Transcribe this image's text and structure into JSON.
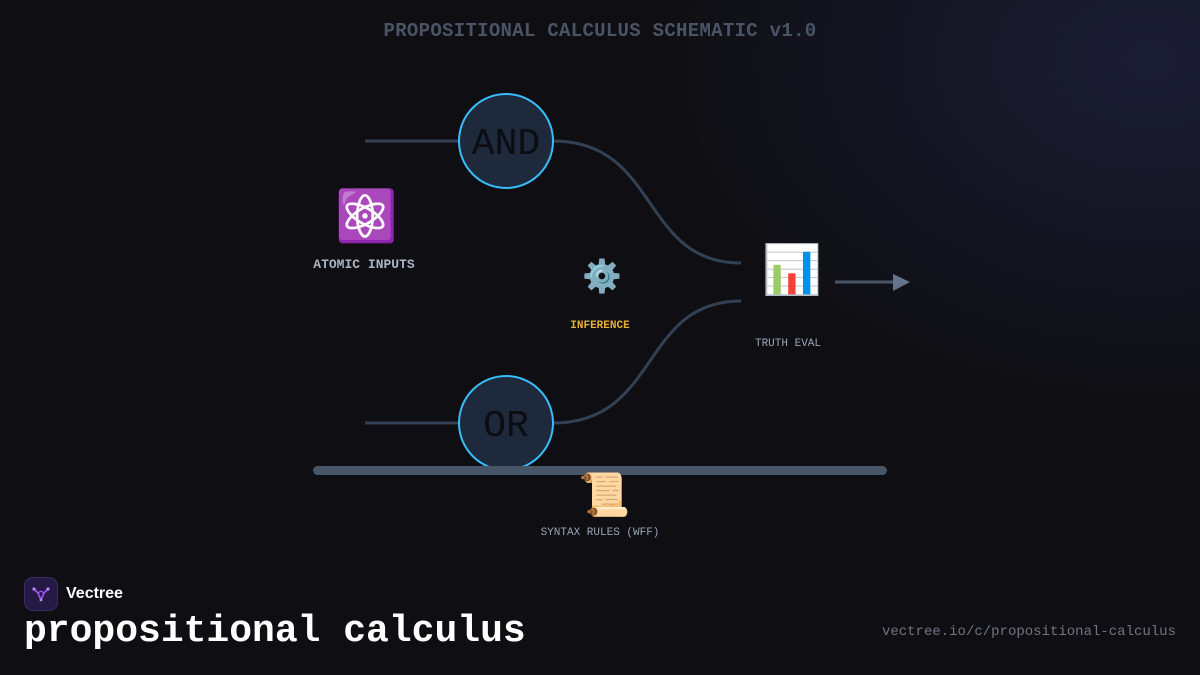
{
  "header": {
    "title": "PROPOSITIONAL CALCULUS SCHEMATIC v1.0"
  },
  "diagram": {
    "gates": [
      {
        "label": "AND"
      },
      {
        "label": "OR"
      }
    ],
    "nodes": {
      "atomic_inputs": {
        "icon": "atom-icon",
        "glyph": "⚛️",
        "label": "ATOMIC INPUTS"
      },
      "inference": {
        "icon": "gear-icon",
        "glyph": "⚙️",
        "label": "INFERENCE"
      },
      "truth_eval": {
        "icon": "bar-chart-icon",
        "glyph": "📊",
        "label": "TRUTH EVAL"
      },
      "syntax_rules": {
        "icon": "scroll-icon",
        "glyph": "📜",
        "label": "SYNTAX RULES (WFF)"
      }
    },
    "edges": [
      {
        "from": "input",
        "to": "AND"
      },
      {
        "from": "input",
        "to": "OR"
      },
      {
        "from": "AND",
        "to": "TRUTH EVAL"
      },
      {
        "from": "OR",
        "to": "TRUTH EVAL"
      },
      {
        "from": "TRUTH EVAL",
        "to": "output"
      }
    ]
  },
  "footer": {
    "brand_name": "Vectree",
    "brand_icon": "vectree-logo-icon",
    "page_title": "propositional calculus",
    "url": "vectree.io/c/propositional-calculus"
  },
  "colors": {
    "background": "#0f0f13",
    "gate_fill": "#1e293b",
    "gate_stroke": "#38bdf8",
    "wire": "#334155",
    "inference_accent": "#e5b12f",
    "bus": "#475569"
  }
}
